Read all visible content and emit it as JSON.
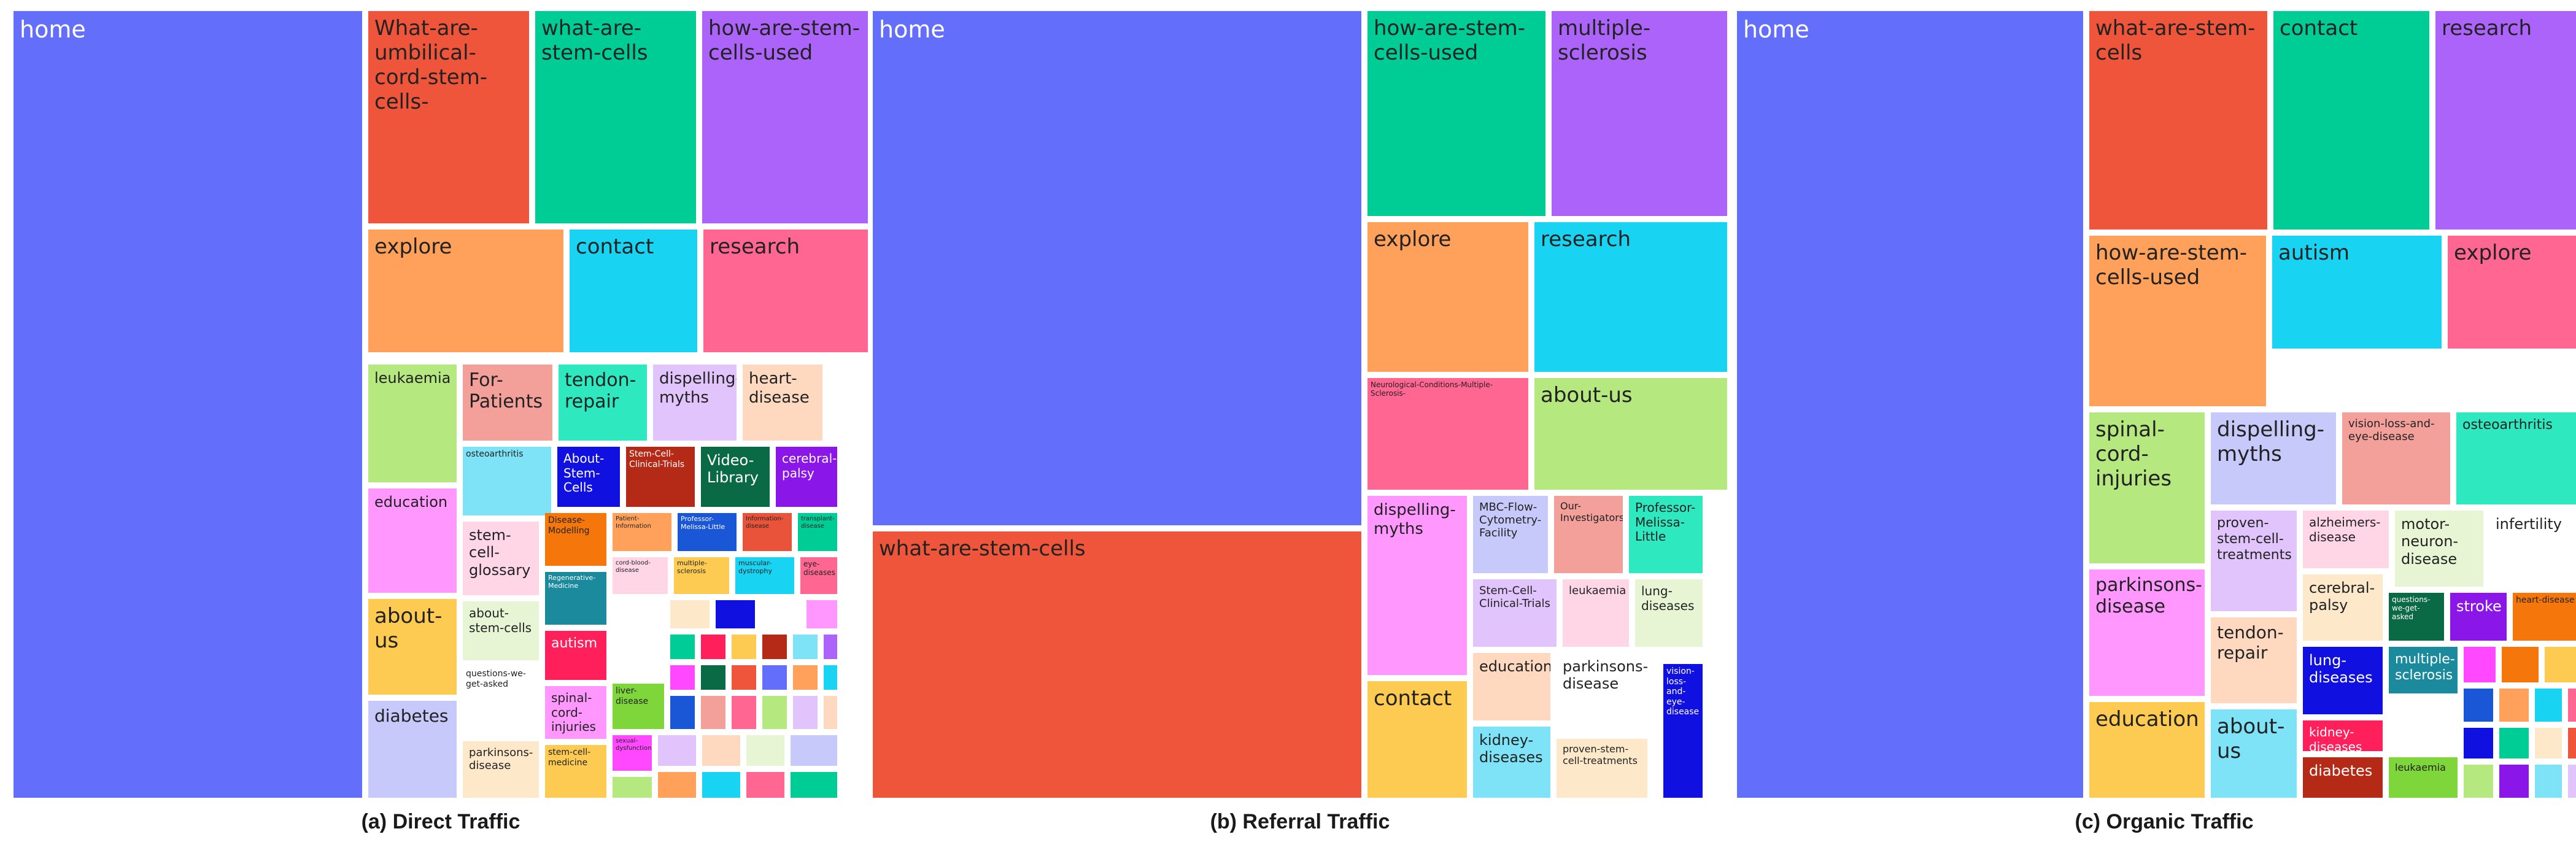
{
  "captions": [
    "(a) Direct Traffic",
    "(b) Referral Traffic",
    "(c) Organic Traffic"
  ],
  "chart_data": [
    {
      "type": "treemap",
      "caption": "(a) Direct Traffic",
      "tiles": [
        {
          "label": "home",
          "value": 100,
          "color": "#636efa"
        },
        {
          "label": "What-are-umbilical-cord-stem-cells-",
          "value": 13,
          "color": "#ef553b"
        },
        {
          "label": "what-are-stem-cells",
          "value": 12.5,
          "color": "#00cc96"
        },
        {
          "label": "how-are-stem-cells-used",
          "value": 10.7,
          "color": "#ab63fa"
        },
        {
          "label": "explore",
          "value": 11.3,
          "color": "#ffa15a"
        },
        {
          "label": "contact",
          "value": 7.5,
          "color": "#19d3f3"
        },
        {
          "label": "research",
          "value": 7.3,
          "color": "#ff6692"
        },
        {
          "label": "leukaemia",
          "value": 4.1,
          "color": "#b6e880"
        },
        {
          "label": "For-Patients",
          "value": 3.2,
          "color": "#f4a09a"
        },
        {
          "label": "tendon-repair",
          "value": 3.2,
          "color": "#2ee8c0"
        },
        {
          "label": "dispelling-myths",
          "value": 2.7,
          "color": "#e0c4fb"
        },
        {
          "label": "heart-disease",
          "value": 2.8,
          "color": "#fed9c0"
        },
        {
          "label": "education",
          "value": 4.1,
          "color": "#ff97ff"
        },
        {
          "label": "osteoarthritis",
          "value": 2.4,
          "color": "#7fe3f7"
        },
        {
          "label": "About-Stem-Cells",
          "value": 2.0,
          "color": "#1010e0"
        },
        {
          "label": "Stem-Cell-Clinical-Trials",
          "value": 2.0,
          "color": "#b52a16"
        },
        {
          "label": "Video-Library",
          "value": 2.0,
          "color": "#0b6a46"
        },
        {
          "label": "cerebral-palsy",
          "value": 2.0,
          "color": "#8b16e8"
        },
        {
          "label": "stem-cell-glossary",
          "value": 2.6,
          "color": "#ffd6e6"
        },
        {
          "label": "about-us",
          "value": 3.6,
          "color": "#fecb52"
        },
        {
          "label": "about-stem-cells",
          "value": 2.2,
          "color": "#e8f5d4"
        },
        {
          "label": "questions-we-get-asked",
          "value": 2.1,
          "color": "#ffffff"
        },
        {
          "label": "diabetes",
          "value": 3.3,
          "color": "#c7c9fb"
        },
        {
          "label": "parkinsons-disease",
          "value": 2.0,
          "color": "#fde9c9"
        },
        {
          "label": "Disease-Modelling",
          "value": 1.3,
          "color": "#f5770b"
        },
        {
          "label": "Patient-Information",
          "value": 1.0,
          "color": "#ffa15a"
        },
        {
          "label": "Professor-Melissa-Little",
          "value": 1.0,
          "color": "#1a57d6"
        },
        {
          "label": "Information-disease",
          "value": 1.0,
          "color": "#e9533a"
        },
        {
          "label": "transplant-disease",
          "value": 1.0,
          "color": "#00cc96"
        },
        {
          "label": "Regenerative-Medicine",
          "value": 1.3,
          "color": "#1a8a9c"
        },
        {
          "label": "cord-blood-disease",
          "value": 0.9,
          "color": "#ffd6e6"
        },
        {
          "label": "multiple-sclerosis",
          "value": 0.9,
          "color": "#fecb52"
        },
        {
          "label": "muscular-dystrophy",
          "value": 0.9,
          "color": "#19d3f3"
        },
        {
          "label": "eye-diseases",
          "value": 0.9,
          "color": "#ff6692"
        },
        {
          "label": "autism",
          "value": 1.2,
          "color": "#ff1f5b"
        },
        {
          "label": "spinal-cord-injuries",
          "value": 0.9,
          "color": "#ff97ff"
        },
        {
          "label": "liver-disease",
          "value": 1.0,
          "color": "#7fd63a"
        },
        {
          "label": "stem-cell-medicine",
          "value": 0.9,
          "color": "#fecb52"
        },
        {
          "label": "sexual-dysfunction",
          "value": 0.9,
          "color": "#ff48ff"
        }
      ]
    },
    {
      "type": "treemap",
      "caption": "(b) Referral Traffic",
      "tiles": [
        {
          "label": "home",
          "value": 100,
          "color": "#636efa"
        },
        {
          "label": "what-are-stem-cells",
          "value": 54,
          "color": "#ef553b"
        },
        {
          "label": "how-are-stem-cells-used",
          "value": 11,
          "color": "#00cc96"
        },
        {
          "label": "multiple-sclerosis",
          "value": 11,
          "color": "#ab63fa"
        },
        {
          "label": "explore",
          "value": 8.4,
          "color": "#ffa15a"
        },
        {
          "label": "research",
          "value": 8.2,
          "color": "#19d3f3"
        },
        {
          "label": "Neurological-Conditions-Multiple-Sclerosis-",
          "value": 5.5,
          "color": "#ff6692"
        },
        {
          "label": "about-us",
          "value": 5.0,
          "color": "#b6e880"
        },
        {
          "label": "dispelling-myths",
          "value": 7.5,
          "color": "#ff97ff"
        },
        {
          "label": "MBC-Flow-Cytometry-Facility",
          "value": 2.5,
          "color": "#c7c9fb"
        },
        {
          "label": "Our-Investigators",
          "value": 2.0,
          "color": "#f4a09a"
        },
        {
          "label": "Professor-Melissa-Little",
          "value": 2.4,
          "color": "#2ee8c0"
        },
        {
          "label": "Stem-Cell-Clinical-Trials",
          "value": 2.3,
          "color": "#e0c4fb"
        },
        {
          "label": "leukaemia",
          "value": 2.0,
          "color": "#ffd6e6"
        },
        {
          "label": "lung-diseases",
          "value": 2.4,
          "color": "#e8f5d4"
        },
        {
          "label": "education",
          "value": 2.3,
          "color": "#fed9c0"
        },
        {
          "label": "parkinsons-disease",
          "value": 2.8,
          "color": "#ffffff"
        },
        {
          "label": "vision-loss-and-eye-disease",
          "value": 2.0,
          "color": "#1010e0"
        },
        {
          "label": "contact",
          "value": 5.8,
          "color": "#fecb52"
        },
        {
          "label": "kidney-diseases",
          "value": 2.3,
          "color": "#7fe3f7"
        },
        {
          "label": "proven-stem-cell-treatments",
          "value": 2.5,
          "color": "#fde9c9"
        }
      ]
    },
    {
      "type": "treemap",
      "caption": "(c) Organic Traffic",
      "tiles": [
        {
          "label": "home",
          "value": 100,
          "color": "#636efa"
        },
        {
          "label": "what-are-stem-cells",
          "value": 11,
          "color": "#ef553b"
        },
        {
          "label": "contact",
          "value": 8.6,
          "color": "#00cc96"
        },
        {
          "label": "research",
          "value": 7.1,
          "color": "#ab63fa"
        },
        {
          "label": "how-are-stem-cells-used",
          "value": 9.0,
          "color": "#ffa15a"
        },
        {
          "label": "autism",
          "value": 7.2,
          "color": "#19d3f3"
        },
        {
          "label": "explore",
          "value": 5.8,
          "color": "#ff6692"
        },
        {
          "label": "spinal-cord-injuries",
          "value": 6.0,
          "color": "#b6e880"
        },
        {
          "label": "dispelling-myths",
          "value": 4.2,
          "color": "#c7c9fb"
        },
        {
          "label": "vision-loss-and-eye-disease",
          "value": 3.6,
          "color": "#f4a09a"
        },
        {
          "label": "osteoarthritis",
          "value": 3.6,
          "color": "#2ee8c0"
        },
        {
          "label": "parkinsons-disease",
          "value": 5.3,
          "color": "#ff97ff"
        },
        {
          "label": "proven-stem-cell-treatments",
          "value": 3.5,
          "color": "#e0c4fb"
        },
        {
          "label": "alzheimers-disease",
          "value": 2.6,
          "color": "#ffd6e6"
        },
        {
          "label": "motor-neuron-disease",
          "value": 2.8,
          "color": "#e8f5d4"
        },
        {
          "label": "infertility",
          "value": 2.8,
          "color": "#ffffff"
        },
        {
          "label": "cerebral-palsy",
          "value": 2.1,
          "color": "#fde9c9"
        },
        {
          "label": "questions-we-get-asked",
          "value": 1.3,
          "color": "#0b6a46"
        },
        {
          "label": "stroke",
          "value": 1.4,
          "color": "#8b16e8"
        },
        {
          "label": "heart-disease",
          "value": 1.4,
          "color": "#f5770b"
        },
        {
          "label": "tendon-repair",
          "value": 2.9,
          "color": "#fed9c0"
        },
        {
          "label": "lung-diseases",
          "value": 2.2,
          "color": "#1010e0"
        },
        {
          "label": "multiple-sclerosis",
          "value": 1.8,
          "color": "#1a8a9c"
        },
        {
          "label": "education",
          "value": 4.3,
          "color": "#fecb52"
        },
        {
          "label": "about-us",
          "value": 3.2,
          "color": "#7fe3f7"
        },
        {
          "label": "kidney-diseases",
          "value": 1.6,
          "color": "#ff1f5b"
        },
        {
          "label": "diabetes",
          "value": 1.6,
          "color": "#b52a16"
        },
        {
          "label": "leukaemia",
          "value": 1.3,
          "color": "#7fd63a"
        }
      ]
    }
  ]
}
